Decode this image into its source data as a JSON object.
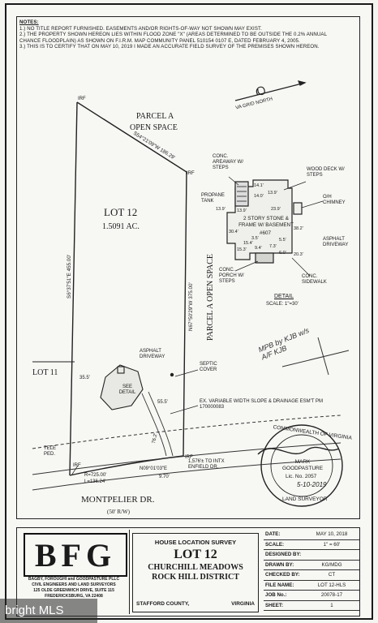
{
  "notes": {
    "title": "NOTES:",
    "lines": [
      "1.) NO TITLE REPORT FURNISHED. EASEMENTS AND/OR RIGHTS-OF-WAY NOT SHOWN MAY EXIST.",
      "2.) THE PROPERTY SHOWN HEREON LIES WITHIN FLOOD ZONE \"X\" (AREAS DETERMINED TO BE OUTSIDE THE 0.2% ANNUAL",
      "CHANCE FLOODPLAIN) AS SHOWN ON F.I.R.M. MAP COMMUNITY PANEL 510154 0107 E, DATED FEBRUARY 4, 2005.",
      "3.) THIS IS TO CERTIFY THAT ON MAY 10, 2019 I MADE AN ACCURATE FIELD SURVEY OF THE PREMISES SHOWN HEREON."
    ]
  },
  "north": "VA GRID NORTH",
  "parcel_a": "PARCEL A",
  "open_space": "OPEN SPACE",
  "parcel_a_open_space": "PARCEL A OPEN SPACE",
  "bearing_top": "S54°21'09\"W  186.29'",
  "bearing_left": "S6°37'51\"E  455.00'",
  "bearing_right": "N67°50'29\"W  375.00'",
  "irf": "IRF",
  "lot_title": "LOT 12",
  "lot_area": "1.5091 AC.",
  "lot_11": "LOT 11",
  "detail": {
    "conc_areaway": "CONC. AREAWAY W/ STEPS",
    "wood_deck": "WOOD DECK W/ STEPS",
    "propane": "PROPANE TANK",
    "oh": "O/H CHIMNEY",
    "house": "2 STORY STONE & FRAME W/ BASEMENT",
    "house_no": "#607",
    "asphalt": "ASPHALT DRIVEWAY",
    "porch": "CONC. PORCH W/ STEPS",
    "sidewalk": "CONC. SIDEWALK",
    "title": "DETAIL",
    "scale": "SCALE: 1\"=30'",
    "dims": [
      "14.1'",
      "13.9'",
      "14.0'",
      "13.9'",
      "23.9'",
      "38.2'",
      "30.4'",
      "15.4'",
      "15.3'",
      "9.4'",
      "7.3'",
      "6.0'",
      "20.3'",
      "13.9'",
      "3.5'",
      "5.5'"
    ]
  },
  "asphalt_driveway": "ASPHALT DRIVEWAY",
  "see_detail": "SEE DETAIL",
  "septic": "SEPTIC COVER",
  "dim_35": "35.5'",
  "dim_55": "55.5'",
  "dim_76": "76.2'",
  "easement": "EX. VARIABLE WIDTH SLOPE & DRAINAGE ESM'T PM 170000083",
  "tele": "TELE PED.",
  "curve_r": "R=725.00'",
  "curve_l": "L=136.24'",
  "bearing_front": "N09°01'03\"E",
  "front_dist": "9.70'",
  "intx": "1,576'± TO INTX ENFIELD DR.",
  "road": "MONTPELIER DR.",
  "row": "(50' R/W)",
  "handwritten": "MPB by KJB w/s A/F KJB",
  "seal": {
    "ring_top": "COMMONWEALTH OF VIRGINIA",
    "ring_bottom": "LAND SURVEYOR",
    "name": "MARK GOODPASTURE",
    "lic": "Lic. No. 2057",
    "date": "5-10-2019"
  },
  "title_block": {
    "logo": "BFG",
    "firm_lines": [
      "BAGBY, FOROUGHI and GOODPASTURE PLLC",
      "CIVIL ENGINEERS AND LAND SURVEYORS",
      "125 OLDE GREENWICH DRIVE, SUITE 115",
      "FREDERICKSBURG, VA 22408"
    ],
    "survey_type": "HOUSE LOCATION SURVEY",
    "lot": "LOT 12",
    "subdivision": "CHURCHILL MEADOWS",
    "district": "ROCK HILL DISTRICT",
    "county": "STAFFORD COUNTY,",
    "state": "VIRGINIA",
    "rows": [
      {
        "k": "DATE:",
        "v": "MAY 10, 2018"
      },
      {
        "k": "SCALE:",
        "v": "1\" = 60'"
      },
      {
        "k": "DESIGNED BY:",
        "v": ""
      },
      {
        "k": "DRAWN BY:",
        "v": "KG/MDG"
      },
      {
        "k": "CHECKED BY:",
        "v": "CT"
      },
      {
        "k": "FILE NAME:",
        "v": "LOT 12-HLS"
      },
      {
        "k": "JOB No.:",
        "v": "20078-17"
      },
      {
        "k": "SHEET:",
        "v": "1"
      }
    ]
  },
  "watermark": "bright MLS"
}
